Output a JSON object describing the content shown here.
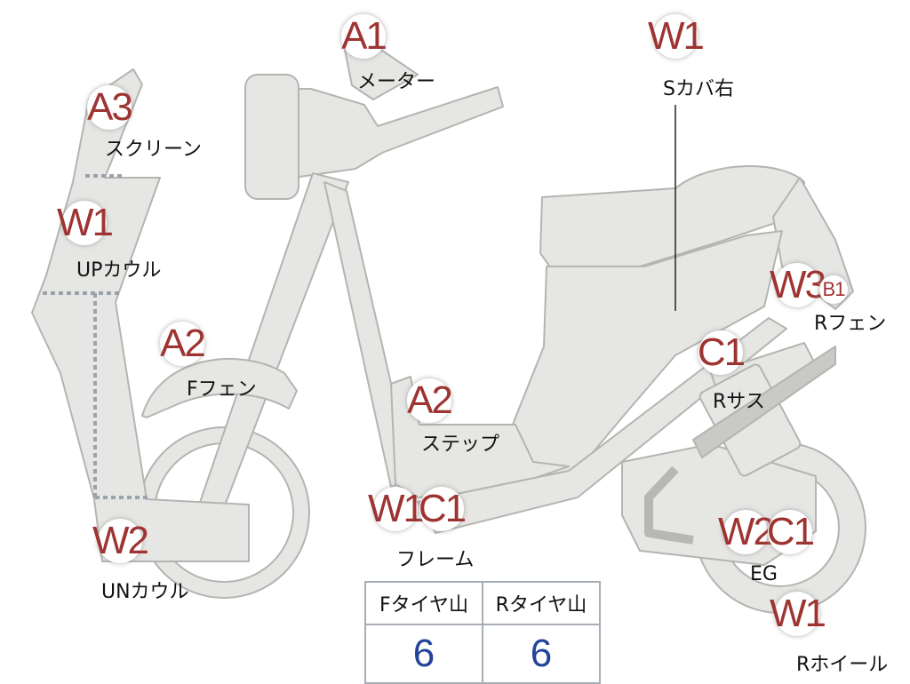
{
  "parts": {
    "meter": {
      "code": "A1",
      "label": "メーター"
    },
    "screen": {
      "code": "A3",
      "label": "スクリーン"
    },
    "up_cowl": {
      "code": "W1",
      "label": "UPカウル"
    },
    "f_fender": {
      "code": "A2",
      "label": "Fフェン"
    },
    "step": {
      "code": "A2",
      "label": "ステップ"
    },
    "s_cover": {
      "code": "W1",
      "label": "Sカバ右"
    },
    "r_fender": {
      "code": "W3",
      "code2": "B1",
      "label": "Rフェン"
    },
    "r_sus": {
      "code": "C1",
      "label": "Rサス"
    },
    "frame": {
      "code": "W1",
      "code2": "C1",
      "label": "フレーム"
    },
    "un_cowl": {
      "code": "W2",
      "label": "UNカウル"
    },
    "eg": {
      "code": "W2",
      "code2": "C1",
      "label": "EG"
    },
    "r_wheel": {
      "code": "W1",
      "label": "Rホイール"
    }
  },
  "tire_table": {
    "headers": [
      "Fタイヤ山",
      "Rタイヤ山"
    ],
    "values": [
      "6",
      "6"
    ]
  },
  "colors": {
    "body_fill": "#e6e6e4",
    "outline": "#b4b4b1",
    "badge_text": "#9e3432",
    "table_value": "#23449a",
    "table_border": "#a7aeb6"
  }
}
